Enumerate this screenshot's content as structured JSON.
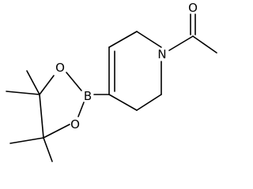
{
  "molecule": {
    "atoms": {
      "oxygen_carbonyl": "O",
      "nitrogen": "N",
      "boron": "B",
      "oxygen_ring_upper": "O",
      "oxygen_ring_lower": "O"
    }
  }
}
